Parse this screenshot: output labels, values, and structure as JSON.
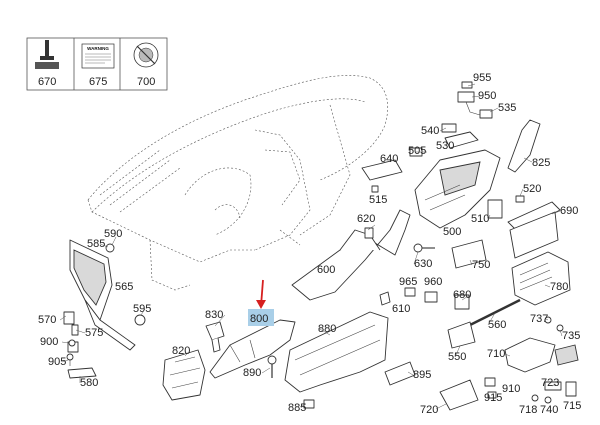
{
  "diagram": {
    "colors": {
      "highlight": "#a9cfe8",
      "arrow": "#d62020",
      "line": "#333333"
    },
    "legend_boxes": [
      {
        "number": "670",
        "icon": "bolt-icon"
      },
      {
        "number": "675",
        "icon": "warning-label-icon",
        "label_text": "WARNING"
      },
      {
        "number": "700",
        "icon": "airbag-sticker-icon"
      }
    ],
    "highlighted_part": "800",
    "labels": [
      "955",
      "950",
      "535",
      "540",
      "530",
      "505",
      "640",
      "825",
      "515",
      "520",
      "690",
      "510",
      "620",
      "500",
      "750",
      "630",
      "600",
      "780",
      "965",
      "960",
      "680",
      "610",
      "560",
      "737",
      "735",
      "585",
      "590",
      "565",
      "595",
      "570",
      "575",
      "900",
      "905",
      "580",
      "830",
      "800",
      "820",
      "880",
      "550",
      "710",
      "723",
      "890",
      "895",
      "910",
      "915",
      "718",
      "740",
      "715",
      "885",
      "720"
    ]
  }
}
